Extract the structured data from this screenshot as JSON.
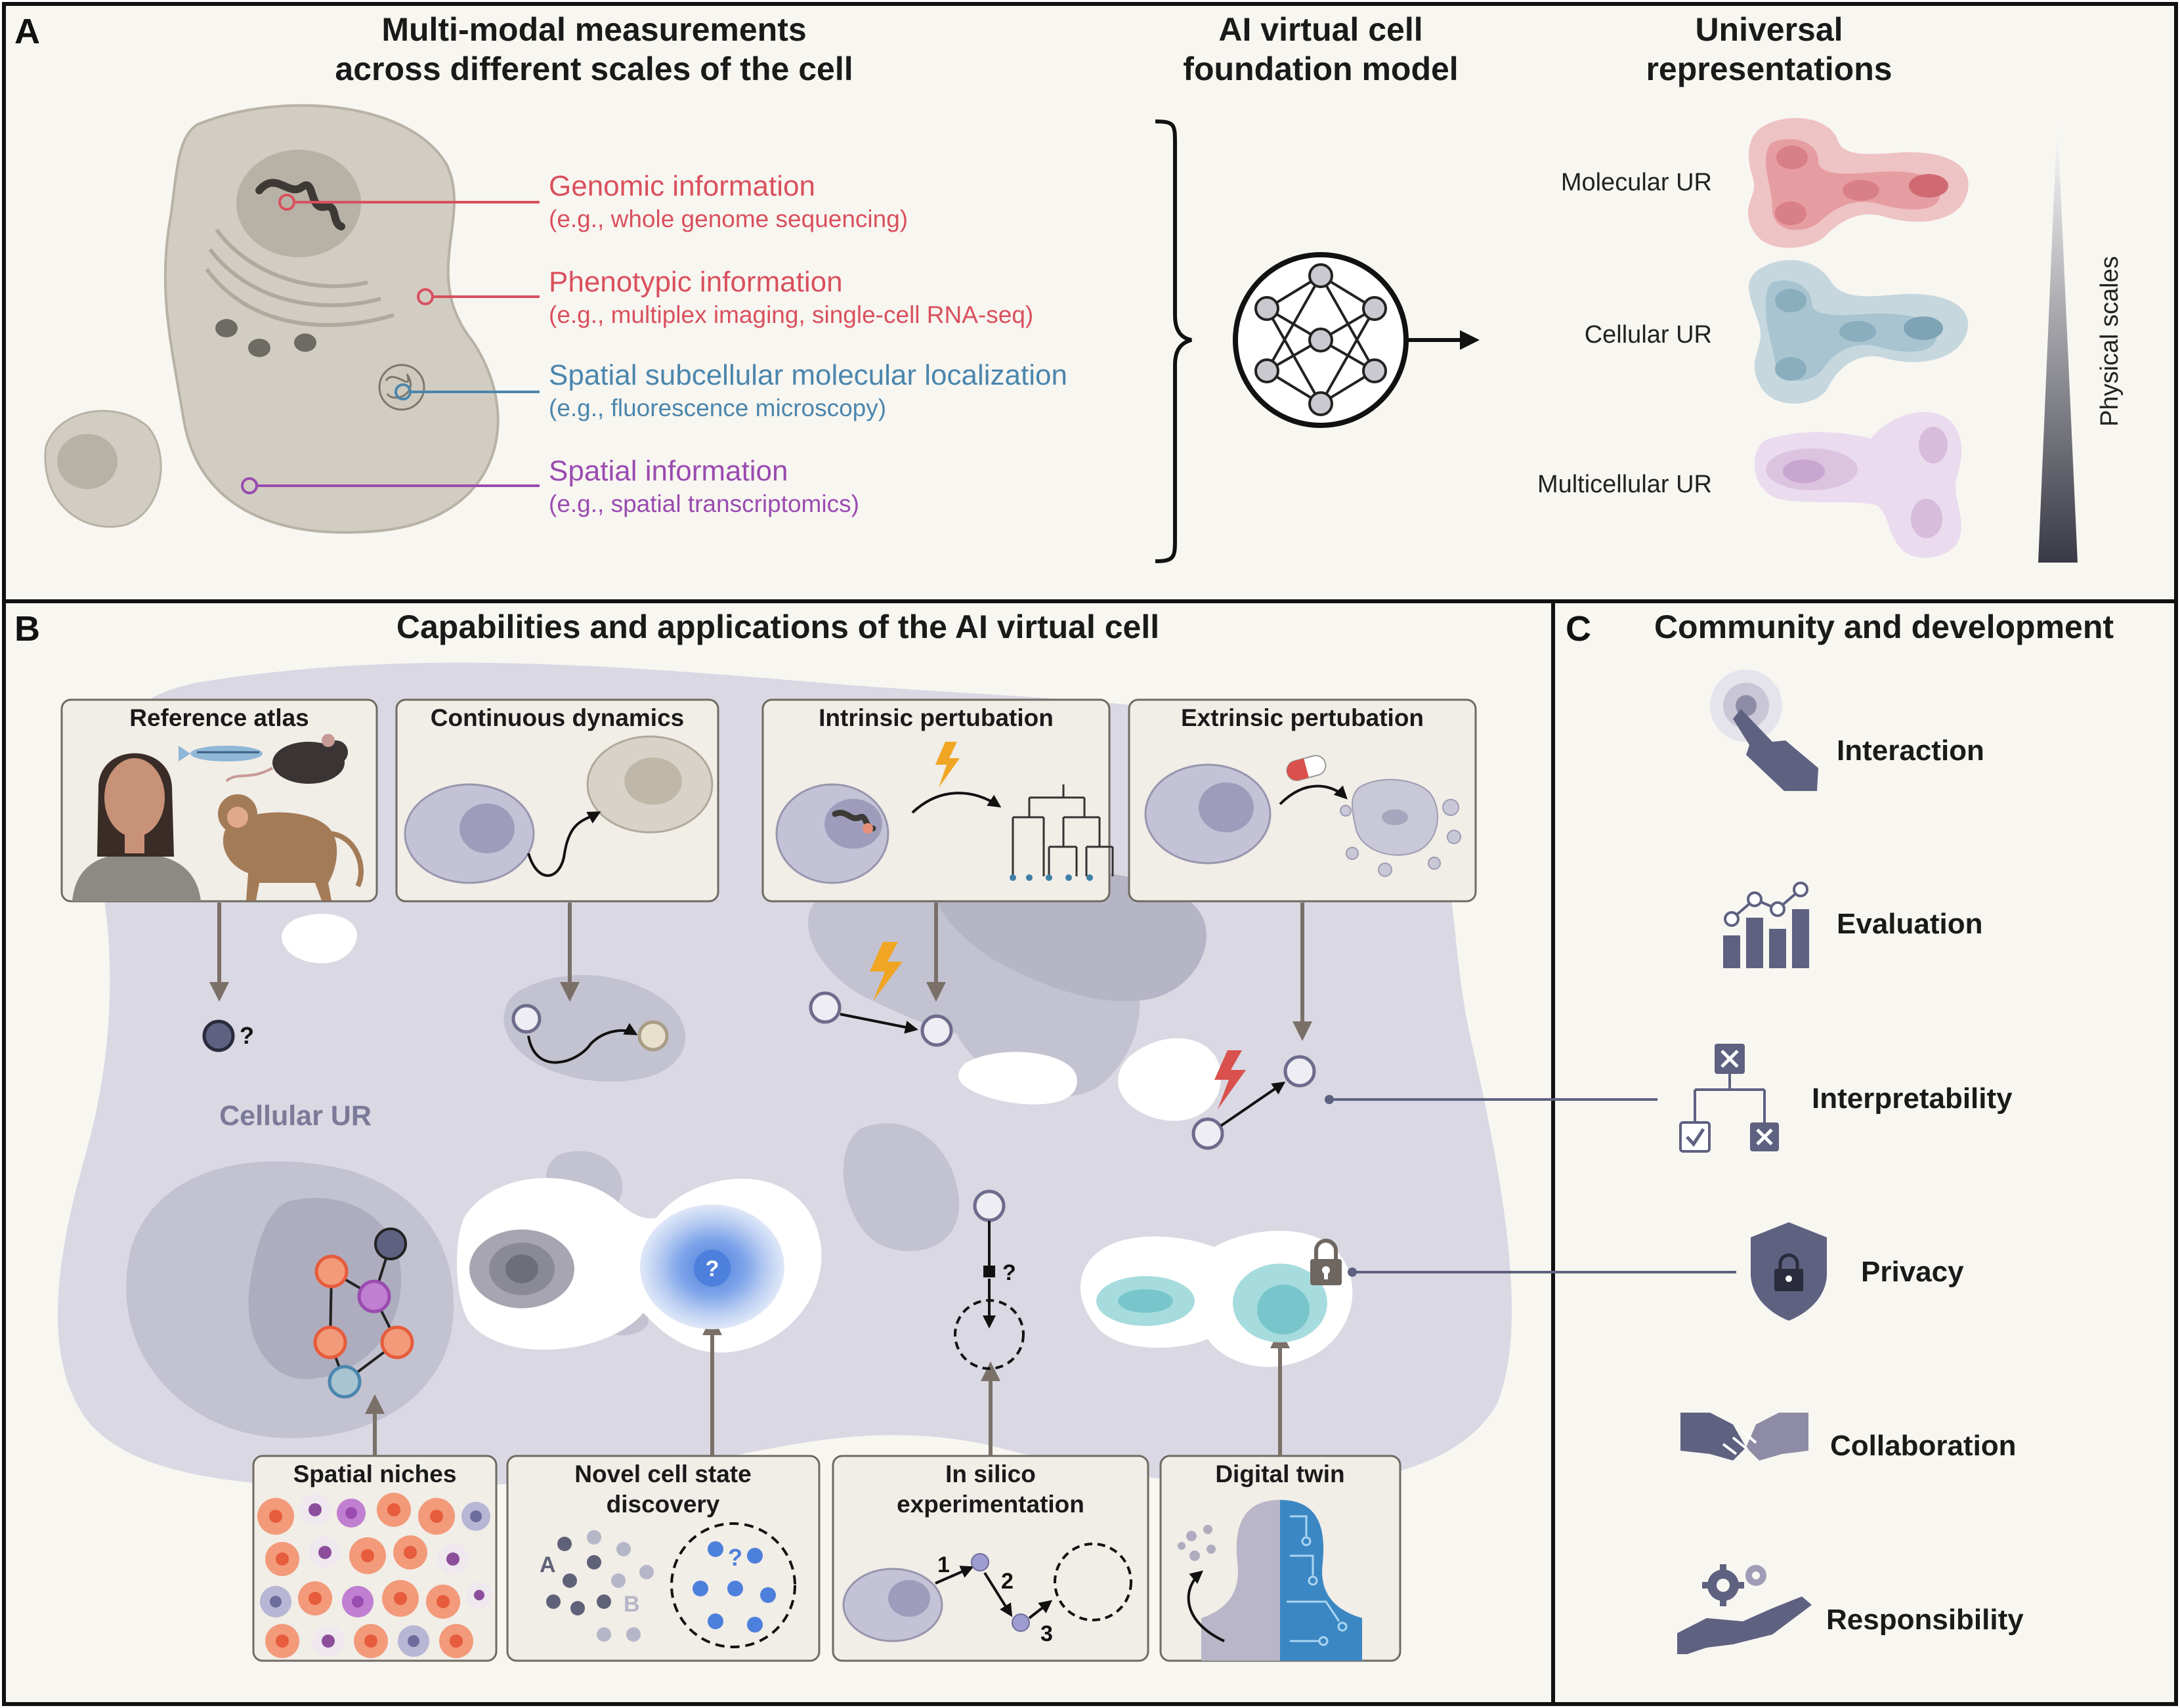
{
  "colors": {
    "background": "#f8f6f1",
    "border": "#111111",
    "genomic": "#d9505e",
    "phenotypic": "#d9505e",
    "subcellular": "#4b86ad",
    "spatial": "#9a4bb0",
    "ur_molecular": "#e8a0a4",
    "ur_cellular": "#a8c4d0",
    "ur_multicellular": "#dcc4e0",
    "cell_landscape": "#d9d8e3",
    "card_fill": "#f1ede7",
    "arrow": "#7a7068",
    "cell_ur_text": "#7c7a98",
    "icon_slate": "#5e6180"
  },
  "panelA": {
    "letter": "A",
    "heading_left": [
      "Multi-modal measurements",
      "across different scales of the cell"
    ],
    "heading_mid": [
      "AI virtual cell",
      "foundation model"
    ],
    "heading_right": [
      "Universal",
      "representations"
    ],
    "info": [
      {
        "title": "Genomic information",
        "sub": "(e.g., whole genome sequencing)"
      },
      {
        "title": "Phenotypic information",
        "sub": "(e.g., multiplex imaging, single-cell RNA-seq)"
      },
      {
        "title": "Spatial subcellular molecular localization",
        "sub": "(e.g., fluorescence microscopy)"
      },
      {
        "title": "Spatial information",
        "sub": "(e.g., spatial transcriptomics)"
      }
    ],
    "ur_labels": [
      "Molecular UR",
      "Cellular UR",
      "Multicellular UR"
    ],
    "scale_label": "Physical scales"
  },
  "panelB": {
    "letter": "B",
    "heading": "Capabilities and applications of the AI virtual cell",
    "top_cards": [
      "Reference atlas",
      "Continuous dynamics",
      "Intrinsic pertubation",
      "Extrinsic pertubation"
    ],
    "bottom_cards": [
      {
        "lines": [
          "Spatial niches"
        ]
      },
      {
        "lines": [
          "Novel cell state",
          "discovery"
        ]
      },
      {
        "lines": [
          "In silico",
          "experimentation"
        ]
      },
      {
        "lines": [
          "Digital twin"
        ]
      }
    ],
    "cellular_ur": "Cellular UR",
    "question_mark": "?",
    "novel_labels": {
      "a": "A",
      "b": "B"
    },
    "steps": [
      "1",
      "2",
      "3"
    ]
  },
  "panelC": {
    "letter": "C",
    "heading": "Community and development",
    "items": [
      {
        "label": "Interaction",
        "icon": "touch-icon"
      },
      {
        "label": "Evaluation",
        "icon": "bar-chart-icon"
      },
      {
        "label": "Interpretability",
        "icon": "decision-tree-icon"
      },
      {
        "label": "Privacy",
        "icon": "shield-lock-icon"
      },
      {
        "label": "Collaboration",
        "icon": "handshake-icon"
      },
      {
        "label": "Responsibility",
        "icon": "hand-gears-icon"
      }
    ]
  }
}
